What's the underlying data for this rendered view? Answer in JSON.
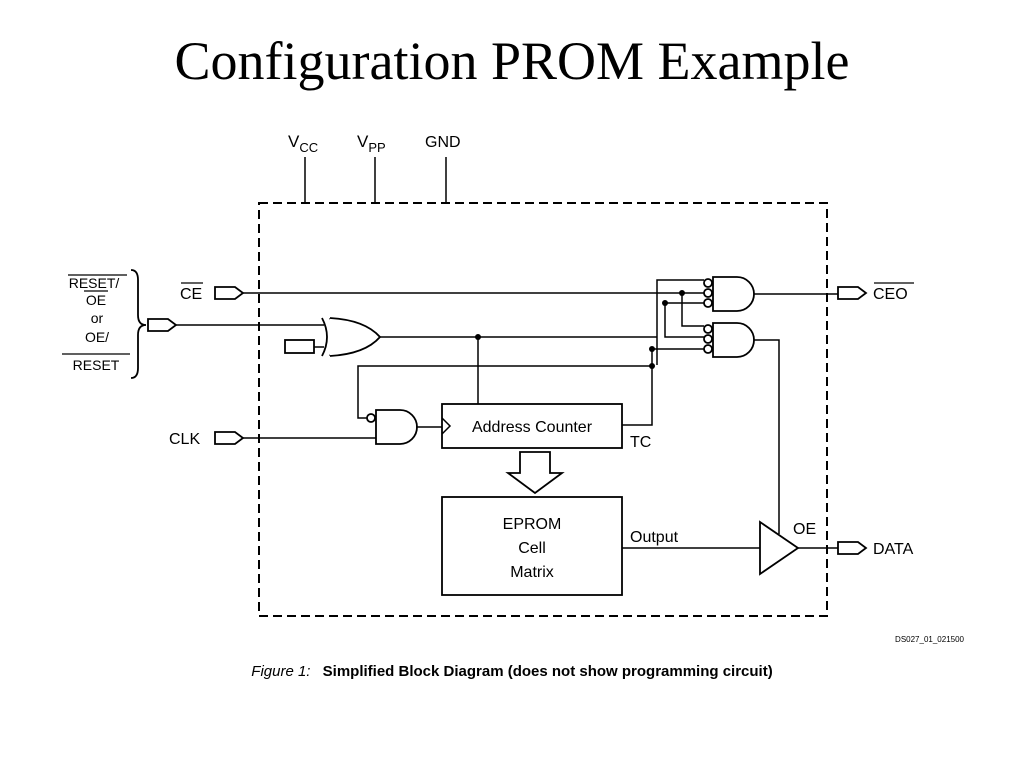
{
  "slide": {
    "title": "Configuration PROM Example"
  },
  "diagram": {
    "power": {
      "vcc": "V",
      "vcc_sub": "CC",
      "vpp": "V",
      "vpp_sub": "PP",
      "gnd": "GND"
    },
    "inputs": {
      "reset_lines": [
        "RESET/",
        "OE",
        "or",
        "OE/",
        "RESET"
      ],
      "ce": "CE",
      "clk": "CLK"
    },
    "outputs": {
      "ceo": "CEO",
      "data": "DATA"
    },
    "blocks": {
      "address_counter": "Address Counter",
      "eprom_lines": [
        "EPROM",
        "Cell",
        "Matrix"
      ]
    },
    "signals": {
      "tc": "TC",
      "output": "Output",
      "oe": "OE"
    },
    "doc_id": "DS027_01_021500"
  },
  "caption": {
    "figure": "Figure 1:",
    "text": "Simplified Block Diagram (does not show programming circuit)"
  }
}
